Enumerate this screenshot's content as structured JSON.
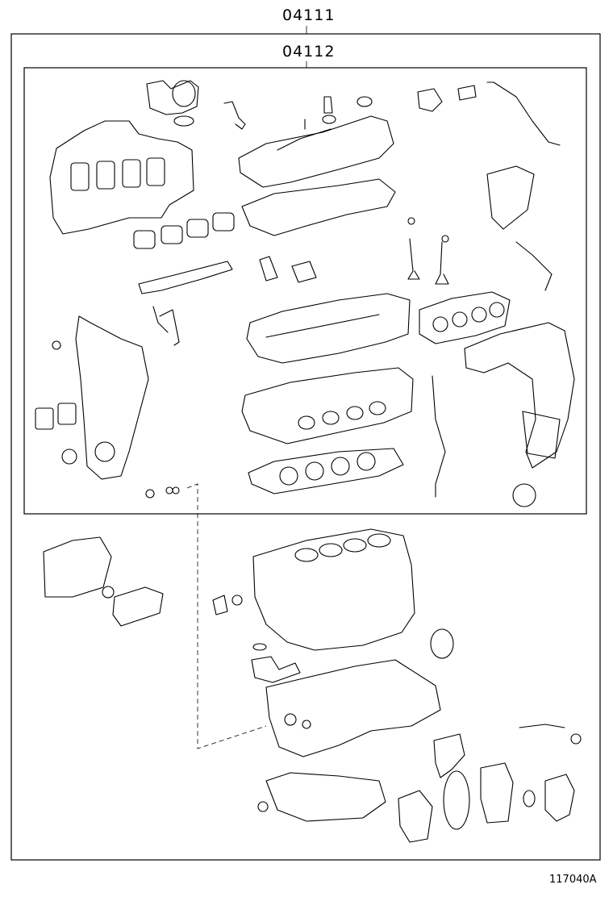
{
  "labels": {
    "kit_outer": "04111",
    "kit_inner": "04112",
    "figure_id": "117040A"
  }
}
